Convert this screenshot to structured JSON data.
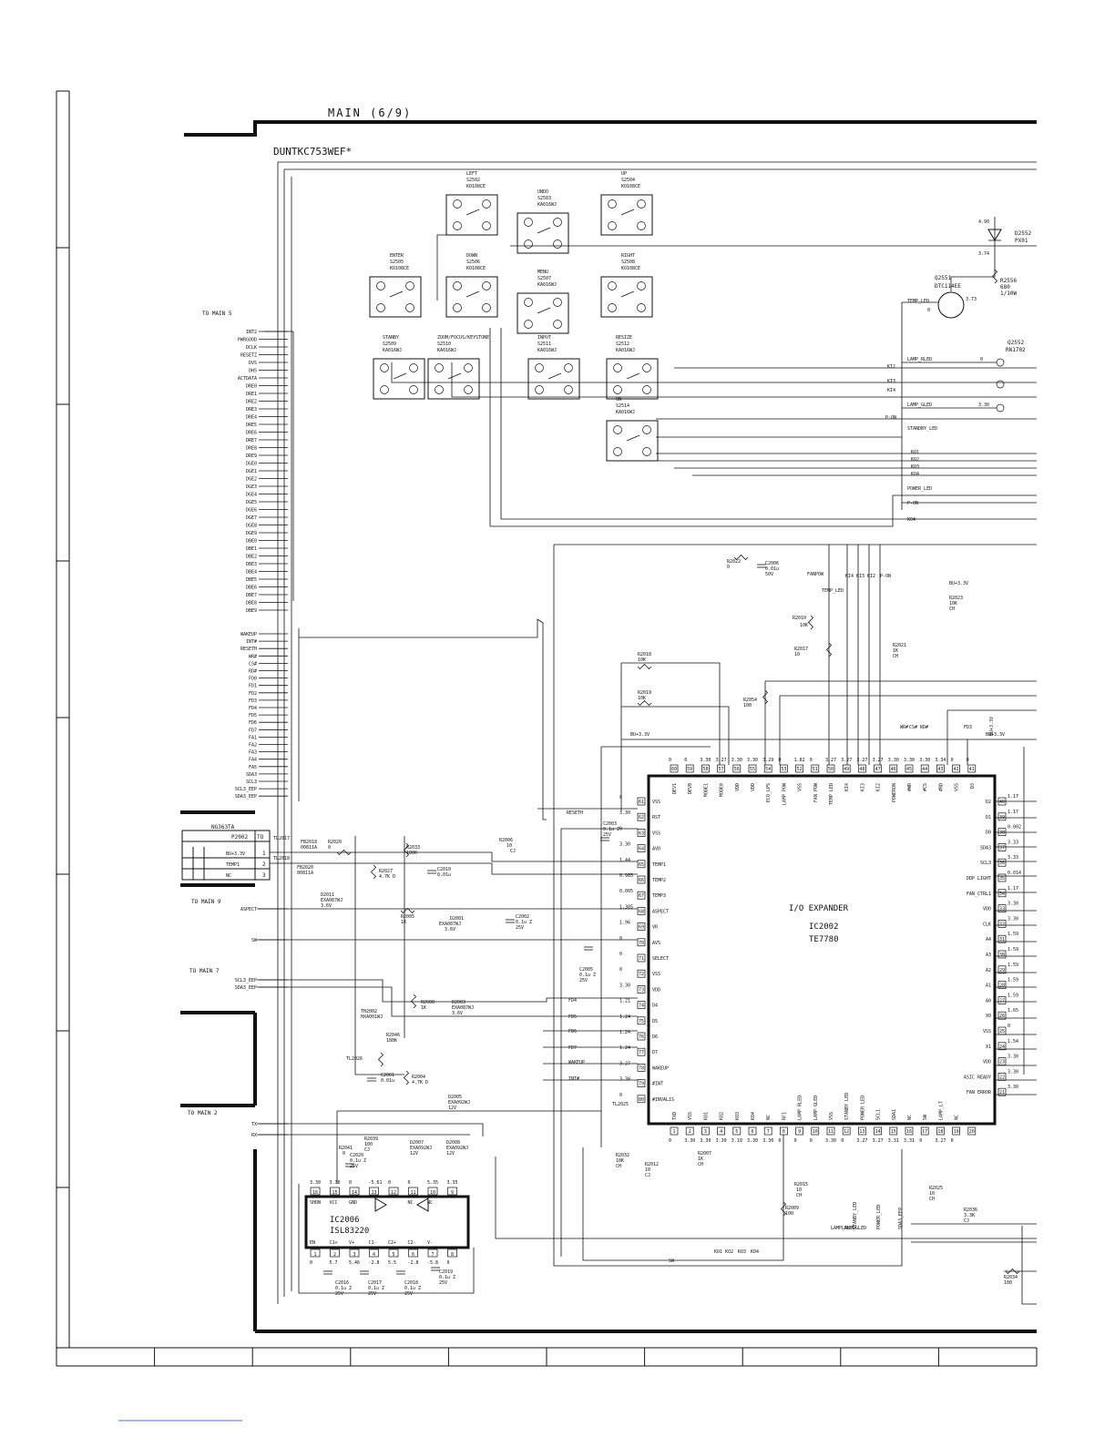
{
  "sheet": {
    "title": "MAIN (6/9)",
    "board": "DUNTKC753WEF*"
  },
  "connectors_to": {
    "main5": "TO MAIN 5",
    "main9": "TO MAIN 9",
    "main7": "TO MAIN 7",
    "main2": "TO MAIN 2"
  },
  "main5_signals": [
    "INT2",
    "PWRGOOD",
    "DCLK",
    "RESETZ",
    "DVS",
    "DHS",
    "ACTDATA",
    "DRE0",
    "DRE1",
    "DRE2",
    "DRE3",
    "DRE4",
    "DRE5",
    "DRE6",
    "DRE7",
    "DRE8",
    "DRE9",
    "DGE0",
    "DGE1",
    "DGE2",
    "DGE3",
    "DGE4",
    "DGE5",
    "DGE6",
    "DGE7",
    "DGE8",
    "DGE9",
    "DBE0",
    "DBE1",
    "DBE2",
    "DBE3",
    "DBE4",
    "DBE5",
    "DBE6",
    "DBE7",
    "DBE8",
    "DBE9"
  ],
  "main5_signals_2": [
    "WAKEUP",
    "INT#",
    "RESETH",
    "WR#",
    "CS#",
    "RD#",
    "FD0",
    "FD1",
    "FD2",
    "FD3",
    "FD4",
    "FD5",
    "FD6",
    "FD7",
    "FA1",
    "FA2",
    "FA3",
    "FA4",
    "FA5",
    "SDA3",
    "SCL3",
    "SCL3_EEP",
    "SDA3_EEP"
  ],
  "main9_signals": [
    "ASPECT",
    "SW"
  ],
  "main7_signals": [
    "SCL3_EEP",
    "SDA3_EEP"
  ],
  "main2_signals": [
    "TX",
    "RX"
  ],
  "switches": [
    {
      "name": "LEFT",
      "ref": "S2502",
      "part": "KO108CE"
    },
    {
      "name": "UNDO",
      "ref": "S2503",
      "part": "KA016WJ"
    },
    {
      "name": "UP",
      "ref": "S2504",
      "part": "KO108CE"
    },
    {
      "name": "ENTER",
      "ref": "S2505",
      "part": "KO108CE"
    },
    {
      "name": "DOWN",
      "ref": "S2506",
      "part": "KO108CE"
    },
    {
      "name": "MENU",
      "ref": "S2507",
      "part": "KA016WJ"
    },
    {
      "name": "RIGHT",
      "ref": "S2508",
      "part": "KO108CE"
    },
    {
      "name": "STANBY",
      "ref": "S2509",
      "part": "KA016WJ"
    },
    {
      "name": "ZOOM/FOCUS/KEYSTONE",
      "ref": "S2510",
      "part": "KA016WJ"
    },
    {
      "name": "INPUT",
      "ref": "S2511",
      "part": "KA016WJ"
    },
    {
      "name": "RESIZE",
      "ref": "S2512",
      "part": "KA016WJ"
    },
    {
      "name": "ON",
      "ref": "S2514",
      "part": "KA016WJ"
    }
  ],
  "key_nets": [
    "KI2",
    "KI3",
    "KI4",
    "P-ON",
    "STANDBY_LED",
    "KO1",
    "KO2",
    "KO3",
    "KO4",
    "POWER_LED",
    "P-ON",
    "KO4",
    "TEMP_LED",
    "LAMP_RLED",
    "LAMP_GLED"
  ],
  "right_parts": {
    "d2552": [
      "D2552",
      "PX01"
    ],
    "d2552_volts": [
      "4.90",
      "3.74"
    ],
    "q2551": [
      "Q2551",
      "DTC114EE"
    ],
    "q2551_volts": [
      "0",
      "3.73"
    ],
    "r2556": [
      "R2556",
      "680",
      "1/10W"
    ],
    "q2552": [
      "Q2552",
      "RN1702"
    ],
    "q2552_volts": [
      "0",
      "3.30"
    ]
  },
  "ic2002": {
    "ref": "IC2002",
    "part": "TE7780",
    "function": "I/O EXPANDER",
    "top_pins": [
      {
        "n": "60",
        "name": "DEV1",
        "v": "0"
      },
      {
        "n": "59",
        "name": "DEV0",
        "v": "0"
      },
      {
        "n": "58",
        "name": "MODE1",
        "v": "3.30"
      },
      {
        "n": "57",
        "name": "MODE0",
        "v": "3.27"
      },
      {
        "n": "56",
        "name": "VDD",
        "v": "3.30"
      },
      {
        "n": "55",
        "name": "VDD",
        "v": "3.30"
      },
      {
        "n": "54",
        "name": "ECO_LPS",
        "v": "3.29"
      },
      {
        "n": "53",
        "name": "LAMP POW",
        "v": "0"
      },
      {
        "n": "52",
        "name": "VSS",
        "v": "1.82"
      },
      {
        "n": "51",
        "name": "FAN POW",
        "v": "0"
      },
      {
        "n": "50",
        "name": "TEMP LED",
        "v": "3.27"
      },
      {
        "n": "49",
        "name": "KI4",
        "v": "3.27"
      },
      {
        "n": "48",
        "name": "KI3",
        "v": "3.27"
      },
      {
        "n": "47",
        "name": "KI2",
        "v": "3.27"
      },
      {
        "n": "46",
        "name": "POWERON",
        "v": "3.30"
      },
      {
        "n": "45",
        "name": "#WR",
        "v": "3.30"
      },
      {
        "n": "44",
        "name": "#CS",
        "v": "3.30"
      },
      {
        "n": "43",
        "name": "#RD",
        "v": "3.34"
      },
      {
        "n": "42",
        "name": "VSS",
        "v": "0"
      },
      {
        "n": "41",
        "name": "D3",
        "v": "0"
      }
    ],
    "left_pins": [
      {
        "n": "61",
        "name": "VSS",
        "v": "0"
      },
      {
        "n": "62",
        "name": "RST",
        "v": "3.30"
      },
      {
        "n": "63",
        "name": "VSS",
        "v": "0"
      },
      {
        "n": "64",
        "name": "AVD",
        "v": "3.30"
      },
      {
        "n": "65",
        "name": "TEMP1",
        "v": "1.44"
      },
      {
        "n": "66",
        "name": "TEMP2",
        "v": "0.985"
      },
      {
        "n": "67",
        "name": "TEMP3",
        "v": "0.005"
      },
      {
        "n": "68",
        "name": "ASPECT",
        "v": "1.305"
      },
      {
        "n": "69",
        "name": "VR",
        "v": "1.96"
      },
      {
        "n": "70",
        "name": "AVS",
        "v": "0"
      },
      {
        "n": "71",
        "name": "SELECT",
        "v": "0"
      },
      {
        "n": "72",
        "name": "VSS",
        "v": "0"
      },
      {
        "n": "73",
        "name": "VDD",
        "v": "3.30"
      },
      {
        "n": "74",
        "name": "D4",
        "v": "1.21"
      },
      {
        "n": "75",
        "name": "D5",
        "v": "1.24"
      },
      {
        "n": "76",
        "name": "D6",
        "v": "1.24"
      },
      {
        "n": "77",
        "name": "D7",
        "v": "1.24"
      },
      {
        "n": "78",
        "name": "WAKEUP",
        "v": "3.27"
      },
      {
        "n": "79",
        "name": "#INT",
        "v": "3.30"
      },
      {
        "n": "80",
        "name": "#INVAL1S",
        "v": "0"
      }
    ],
    "right_pins": [
      {
        "n": "40",
        "name": "D2",
        "v": "1.17"
      },
      {
        "n": "39",
        "name": "D1",
        "v": "1.17"
      },
      {
        "n": "38",
        "name": "D0",
        "v": "0.002"
      },
      {
        "n": "37",
        "name": "SDA3",
        "v": "3.33"
      },
      {
        "n": "36",
        "name": "SCL3",
        "v": "3.33"
      },
      {
        "n": "35",
        "name": "DDP LIGHT",
        "v": "0.014"
      },
      {
        "n": "34",
        "name": "FAN_CTRL1",
        "v": "1.17"
      },
      {
        "n": "33",
        "name": "VDD",
        "v": "3.30"
      },
      {
        "n": "32",
        "name": "CLK",
        "v": "3.30"
      },
      {
        "n": "31",
        "name": "A4",
        "v": "1.59"
      },
      {
        "n": "30",
        "name": "A3",
        "v": "1.59"
      },
      {
        "n": "29",
        "name": "A2",
        "v": "1.59"
      },
      {
        "n": "28",
        "name": "A1",
        "v": "1.59"
      },
      {
        "n": "27",
        "name": "A0",
        "v": "1.59"
      },
      {
        "n": "26",
        "name": "X0",
        "v": "1.65"
      },
      {
        "n": "25",
        "name": "VSS",
        "v": "0"
      },
      {
        "n": "24",
        "name": "X1",
        "v": "1.54"
      },
      {
        "n": "23",
        "name": "VDD",
        "v": "3.30"
      },
      {
        "n": "22",
        "name": "ASIC READY",
        "v": "3.30"
      },
      {
        "n": "21",
        "name": "FAN ERROR",
        "v": "3.30"
      }
    ],
    "bottom_pins": [
      {
        "n": "1",
        "name": "TXD",
        "v": "0"
      },
      {
        "n": "2",
        "name": "VSS",
        "v": "3.30"
      },
      {
        "n": "3",
        "name": "KO1",
        "v": "3.30"
      },
      {
        "n": "4",
        "name": "KO2",
        "v": "3.30"
      },
      {
        "n": "5",
        "name": "KO3",
        "v": "3.19"
      },
      {
        "n": "6",
        "name": "KO4",
        "v": "3.30"
      },
      {
        "n": "7",
        "name": "NC",
        "v": "3.30"
      },
      {
        "n": "8",
        "name": "RF1",
        "v": "0"
      },
      {
        "n": "9",
        "name": "LAMP RLED",
        "v": "0"
      },
      {
        "n": "10",
        "name": "LAMP GLED",
        "v": "0"
      },
      {
        "n": "11",
        "name": "VSS",
        "v": "3.30"
      },
      {
        "n": "12",
        "name": "STANBY LED",
        "v": "0"
      },
      {
        "n": "13",
        "name": "POWER LED",
        "v": "3.27"
      },
      {
        "n": "14",
        "name": "SCL1",
        "v": "3.27"
      },
      {
        "n": "15",
        "name": "SDA1",
        "v": "3.31"
      },
      {
        "n": "16",
        "name": "NC",
        "v": "3.31"
      },
      {
        "n": "17",
        "name": "SW",
        "v": "0"
      },
      {
        "n": "18",
        "name": "LAMP_LT",
        "v": "3.27"
      },
      {
        "n": "19",
        "name": "NC",
        "v": "0"
      },
      {
        "n": "20",
        "name": "",
        "v": ""
      }
    ]
  },
  "ic2006": {
    "ref": "IC2006",
    "part": "ISL83220",
    "top_pins": [
      {
        "n": "16",
        "name": "SHDN",
        "v": "3.30"
      },
      {
        "n": "15",
        "name": "VCC",
        "v": "3.30"
      },
      {
        "n": "14",
        "name": "GND",
        "v": "0"
      },
      {
        "n": "13",
        "name": "",
        "v": "-5.61"
      },
      {
        "n": "12",
        "name": "",
        "v": "0"
      },
      {
        "n": "11",
        "name": "NC",
        "v": "0"
      },
      {
        "n": "10",
        "name": "NC",
        "v": "5.35"
      },
      {
        "n": "9",
        "name": "",
        "v": "3.35"
      }
    ],
    "bottom_pins": [
      {
        "n": "1",
        "name": "EN",
        "v": "0"
      },
      {
        "n": "2",
        "name": "C1+",
        "v": "5.7"
      },
      {
        "n": "3",
        "name": "V+",
        "v": "5.46"
      },
      {
        "n": "4",
        "name": "C1-",
        "v": "-2.8"
      },
      {
        "n": "5",
        "name": "C2+",
        "v": "5.5"
      },
      {
        "n": "6",
        "name": "C2-",
        "v": "-2.8"
      },
      {
        "n": "7",
        "name": "V-",
        "v": "-5.8"
      },
      {
        "n": "8",
        "name": "",
        "v": "0"
      }
    ]
  },
  "connector_p2002": {
    "header": "NG363TA",
    "ref": "P2002",
    "to": "TO",
    "rows": [
      {
        "pin": "1",
        "name": "BU+3.3V"
      },
      {
        "pin": "2",
        "name": "TEMP1"
      },
      {
        "pin": "3",
        "name": "NC"
      }
    ]
  },
  "labels": [
    "TL2017",
    "TL2018",
    "FB2018",
    "00811A",
    "FB2020",
    "00811A",
    "R2020",
    "0",
    "R2033",
    "180K",
    "R2027",
    "4.7K D",
    "C2010",
    "0.01u",
    "D2011",
    "EXA087WJ",
    "3.6V",
    "R2006",
    "10",
    "CJ",
    "C2003",
    "0.1u Z",
    "25V",
    "R2005",
    "1K",
    "D2001",
    "EXA087WJ",
    "3.6V",
    "C2002",
    "0.1u Z",
    "25V",
    "C2005",
    "0.1u Z",
    "25V",
    "R2008",
    "1K",
    "D2003",
    "EXA087WJ",
    "3.6V",
    "TH2002",
    "HXA001WJ",
    "R2046",
    "180K",
    "TL2026",
    "C2001",
    "0.01u",
    "R2004",
    "4.7K D",
    "D2005",
    "EXA092WJ",
    "12V",
    "D2007",
    "EXA092WJ",
    "12V",
    "D2008",
    "EXA092WJ",
    "12V",
    "R2041",
    "0",
    "R2039",
    "100",
    "CJ",
    "C2020",
    "0.1u Z",
    "25V",
    "C2016",
    "0.1u Z",
    "25V",
    "C2017",
    "0.1u Z",
    "25V",
    "C2018",
    "0.1u Z",
    "25V",
    "C2019",
    "0.1u Z",
    "25V",
    "R2022",
    "0",
    "C2006",
    "0.01u",
    "50V",
    "R2010",
    "10K",
    "R2017",
    "10",
    "R2018",
    "10K",
    "R2019",
    "10K",
    "R2054",
    "100",
    "R2023",
    "10K",
    "CH",
    "R2021",
    "1K",
    "CH",
    "BU+3.3V",
    "BU+3.3V",
    "R2032",
    "10K",
    "CH",
    "R2012",
    "10",
    "CJ",
    "R2007",
    "1K",
    "CH",
    "R2009",
    "100",
    "R2015",
    "10",
    "CH",
    "R2025",
    "10",
    "CH",
    "R2036",
    "3.3K",
    "CJ",
    "R2034",
    "100",
    "RESETH",
    "FD4",
    "FD5",
    "FD6",
    "FD7",
    "WAKEUP",
    "INT#",
    "BU+3.3V",
    "SW",
    "TL2025",
    "FANPOW",
    "TEMP_LED",
    "KI4",
    "KI3",
    "KI2",
    "P-ON",
    "WR#",
    "CS#",
    "RD#",
    "FD3",
    "KO1",
    "KO2",
    "KO3",
    "KO4",
    "LAMP_RLED",
    "LAMP_GLED",
    "STANBY_LED",
    "POWER_LED",
    "SDA3_EEP",
    "BU+3.3V"
  ],
  "grid": {
    "rows": 8,
    "cols": 10
  }
}
